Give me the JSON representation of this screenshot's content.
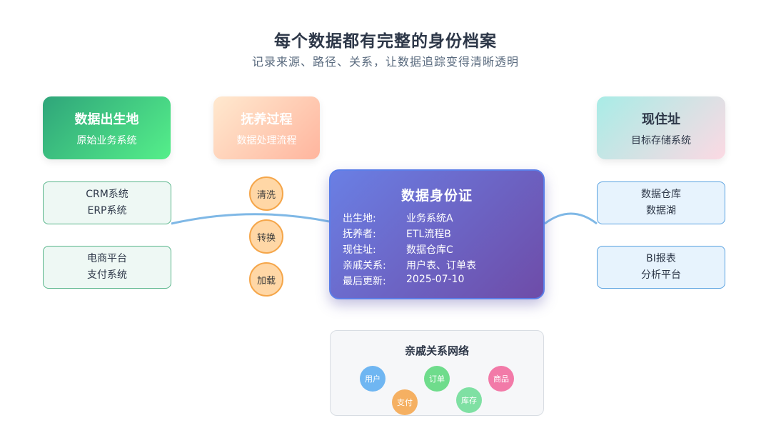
{
  "header": {
    "title": "每个数据都有完整的身份档案",
    "subtitle": "记录来源、路径、关系，让数据追踪变得清晰透明"
  },
  "columns": {
    "birthplace": {
      "title": "数据出生地",
      "subtitle": "原始业务系统"
    },
    "process": {
      "title": "抚养过程",
      "subtitle": "数据处理流程"
    },
    "residence": {
      "title": "现住址",
      "subtitle": "目标存储系统"
    }
  },
  "sources": [
    {
      "line1": "CRM系统",
      "line2": "ERP系统"
    },
    {
      "line1": "电商平台",
      "line2": "支付系统"
    }
  ],
  "steps": [
    "清洗",
    "转换",
    "加载"
  ],
  "targets": [
    {
      "line1": "数据仓库",
      "line2": "数据湖"
    },
    {
      "line1": "BI报表",
      "line2": "分析平台"
    }
  ],
  "id_card": {
    "title": "数据身份证",
    "rows": [
      {
        "key": "出生地:",
        "value": "业务系统A"
      },
      {
        "key": "抚养者:",
        "value": "ETL流程B"
      },
      {
        "key": "现住址:",
        "value": "数据仓库C"
      },
      {
        "key": "亲戚关系:",
        "value": "用户表、订单表"
      },
      {
        "key": "最后更新:",
        "value": "2025-07-10"
      }
    ]
  },
  "network": {
    "title": "亲戚关系网络",
    "nodes": [
      {
        "label": "用户",
        "color": "#6fb6f2"
      },
      {
        "label": "订单",
        "color": "#6fdc8c"
      },
      {
        "label": "商品",
        "color": "#f27aa8"
      },
      {
        "label": "支付",
        "color": "#f5b062"
      },
      {
        "label": "库存",
        "color": "#7fe0a3"
      }
    ]
  },
  "colors": {
    "card_gradient_start": "#6a7fe4",
    "card_gradient_end": "#6e4ca8",
    "flow_line": "#7fb8e6"
  }
}
